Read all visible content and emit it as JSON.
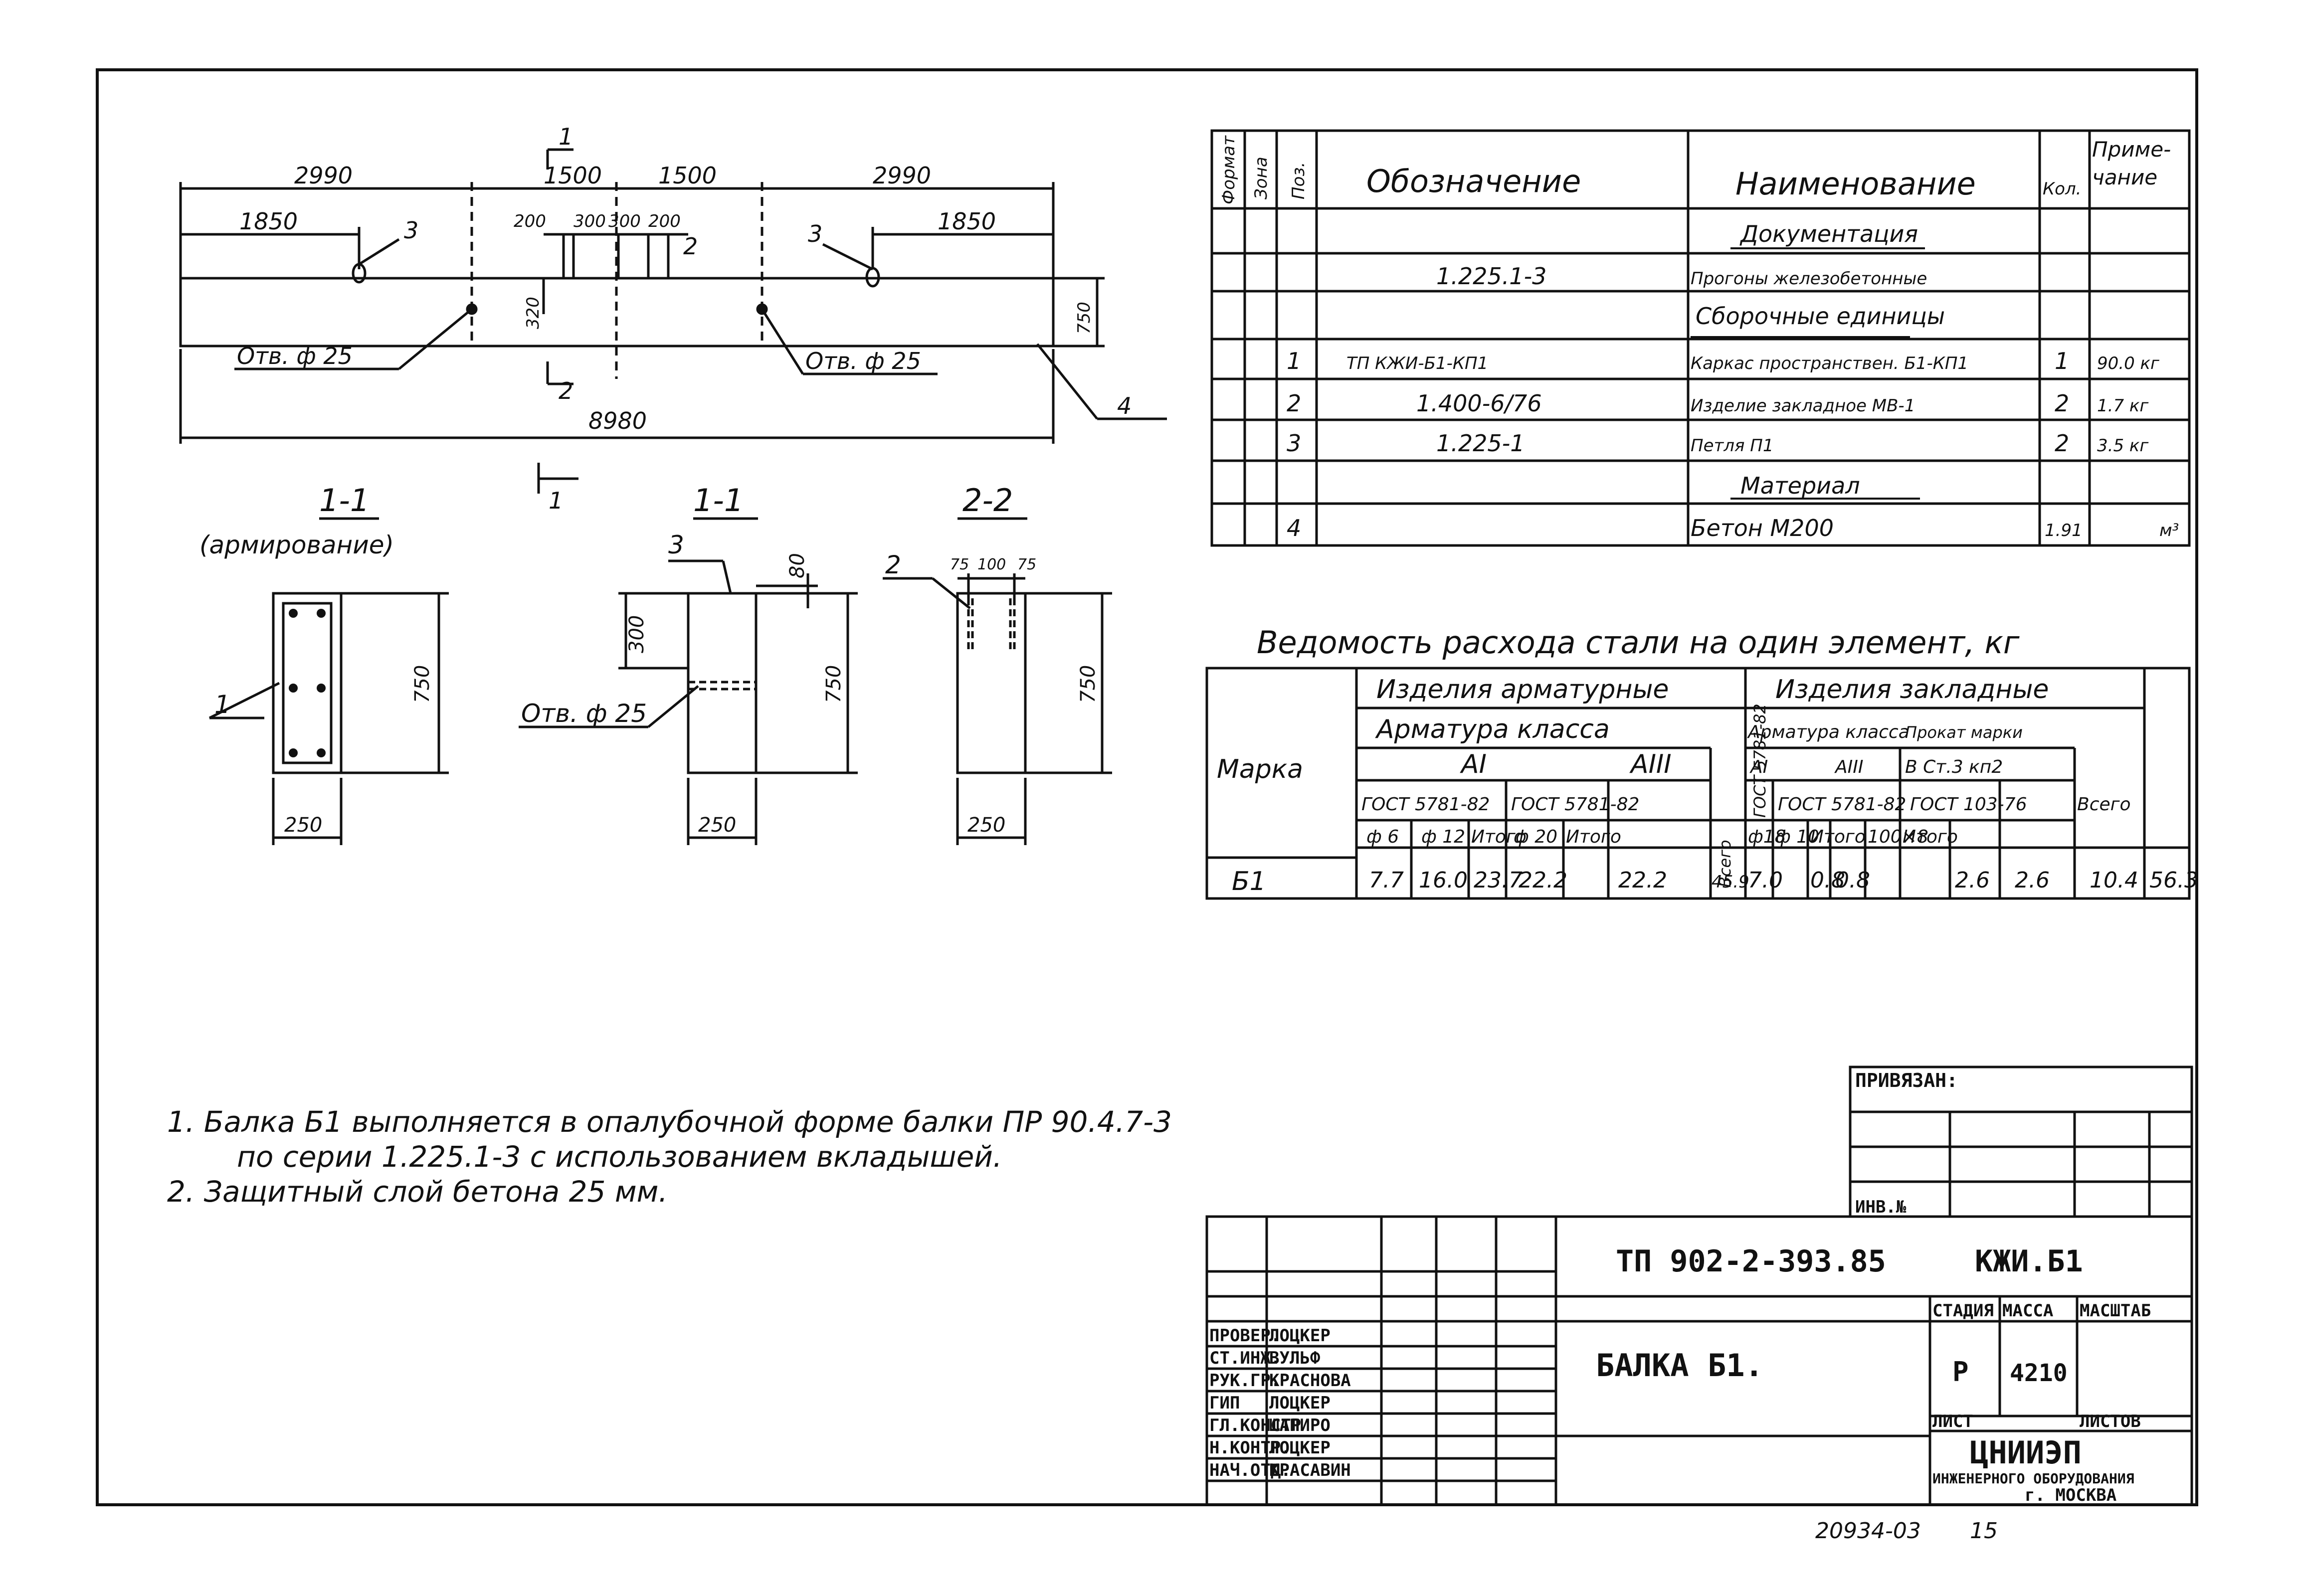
{
  "beam_drawing": {
    "dims_top": [
      "2990",
      "1500",
      "1500",
      "2990"
    ],
    "dims_second": [
      "1850",
      "1850"
    ],
    "dims_small": [
      "200",
      "300",
      "300",
      "200"
    ],
    "dim_total": "8980",
    "dim_height": "750",
    "dim_320": "320",
    "hole_label_left": "Отв. ф 25",
    "hole_label_right": "Отв. ф 25",
    "pos_3": "3",
    "pos_2": "2",
    "pos_4": "4",
    "section_1": "1",
    "section_2": "2"
  },
  "sections": {
    "s1_reinf_title": "1-1",
    "s1_reinf_sub": "(армирование)",
    "s1_title": "1-1",
    "s2_title": "2-2",
    "dim_750": "750",
    "dim_250": "250",
    "dim_300": "300",
    "dim_80": "80",
    "dim_75": "75",
    "dim_100": "100",
    "dim_75b": "75",
    "pos_1": "1",
    "pos_3": "3",
    "pos_2": "2",
    "hole_label": "Отв. ф 25"
  },
  "spec_table": {
    "headers": {
      "format": "Формат",
      "zone": "Зона",
      "pos": "Поз.",
      "designation": "Обозначение",
      "name": "Наименование",
      "qty": "Кол.",
      "note": "Приме- чание"
    },
    "rows": [
      {
        "pos": "",
        "designation": "",
        "name": "Документация",
        "qty": "",
        "note": ""
      },
      {
        "pos": "",
        "designation": "1.225.1-3",
        "name": "Прогоны железобетонные",
        "qty": "",
        "note": ""
      },
      {
        "pos": "",
        "designation": "",
        "name": "Сборочные единицы",
        "qty": "",
        "note": ""
      },
      {
        "pos": "1",
        "designation": "ТП          КЖИ-Б1-КП1",
        "name": "Каркас пространствен. Б1-КП1",
        "qty": "1",
        "note": "90.0 кг"
      },
      {
        "pos": "2",
        "designation": "1.400-6/76",
        "name": "Изделие закладное МВ-1",
        "qty": "2",
        "note": "1.7 кг"
      },
      {
        "pos": "3",
        "designation": "1.225-1",
        "name": "Петля П1",
        "qty": "2",
        "note": "3.5 кг"
      },
      {
        "pos": "",
        "designation": "",
        "name": "Материал",
        "qty": "",
        "note": ""
      },
      {
        "pos": "4",
        "designation": "",
        "name": "Бетон М200",
        "qty": "1.91",
        "note": "м³"
      }
    ]
  },
  "steel_table": {
    "title": "Ведомость расхода стали на один элемент, кг",
    "h_marka": "Марка",
    "h_reinf": "Изделия арматурные",
    "h_embed": "Изделия закладные",
    "h_arm_class": "Арматура класса",
    "h_AI": "АI",
    "h_AIII": "АIII",
    "h_gost1": "ГОСТ 5781-82",
    "h_gost2": "ГОСТ 5781-82",
    "h_f6": "ф 6",
    "h_f12": "ф 12",
    "h_itogo1": "Итого",
    "h_f20": "ф 20",
    "h_itogo2": "Итого",
    "h_vsego1": "Всего",
    "h_arm_class2": "Арматура класса",
    "h_prokat": "Прокат марки",
    "h_AI2": "АI",
    "h_AIII2": "АIII",
    "h_bst": "В Ст.3 кп2",
    "h_gost3": "ГОСТ 5781-82",
    "h_gost4": "ГОСТ 5781-82",
    "h_gost5": "ГОСТ 103-76",
    "h_f18": "ф18",
    "h_f10": "ф 10",
    "h_itogo3": "Итого",
    "h_100x8": "100×8",
    "h_itogo4": "Итого",
    "h_vsego2": "Всего",
    "row": {
      "mark": "Б1",
      "f6": "7.7",
      "f12": "16.0",
      "it1": "23.7",
      "f20": "22.2",
      "it2": "22.2",
      "vs1": "45.9",
      "f18": "7.0",
      "f10": "0.8",
      "it3": "0.8",
      "p100": "2.6",
      "it4": "2.6",
      "vs2": "10.4",
      "total": "56.3"
    }
  },
  "notes": [
    "1.   Балка Б1 выполняется в опалубочной форме балки ПР 90.4.7-3",
    "по серии 1.225.1-3 с использованием вкладышей.",
    "2.   Защитный слой бетона 25 мм."
  ],
  "binding_box": {
    "title": "ПРИВЯЗАН:",
    "inv": "ИНВ.№"
  },
  "title_block": {
    "code": "ТП 902-2-393.85",
    "sheet_code": "КЖИ.Б1",
    "name": "БАЛКА Б1.",
    "stage_h": "СТАДИЯ",
    "mass_h": "МАССА",
    "scale_h": "МАСШТАБ",
    "stage": "Р",
    "mass": "4210",
    "list_h": "ЛИСТ",
    "lists_h": "ЛИСТОВ",
    "org1": "ЦНИИЭП",
    "org2": "ИНЖЕНЕРНОГО ОБОРУДОВАНИЯ",
    "org3": "г. МОСКВА",
    "staff": [
      {
        "role": "ПРОВЕР.",
        "name": "ЛОЦКЕР"
      },
      {
        "role": "СТ.ИНЖ.",
        "name": "ВУЛЬФ"
      },
      {
        "role": "РУК.ГР.",
        "name": "КРАСНОВА"
      },
      {
        "role": "ГИП",
        "name": "ЛОЦКЕР"
      },
      {
        "role": "ГЛ.КОНСТР",
        "name": "ШАПИРО"
      },
      {
        "role": "Н.КОНТР.",
        "name": "ЛОЦКЕР"
      },
      {
        "role": "НАЧ.ОТД.",
        "name": "КРАСАВИН"
      }
    ]
  },
  "footer": {
    "number": "20934-03",
    "page": "15"
  }
}
